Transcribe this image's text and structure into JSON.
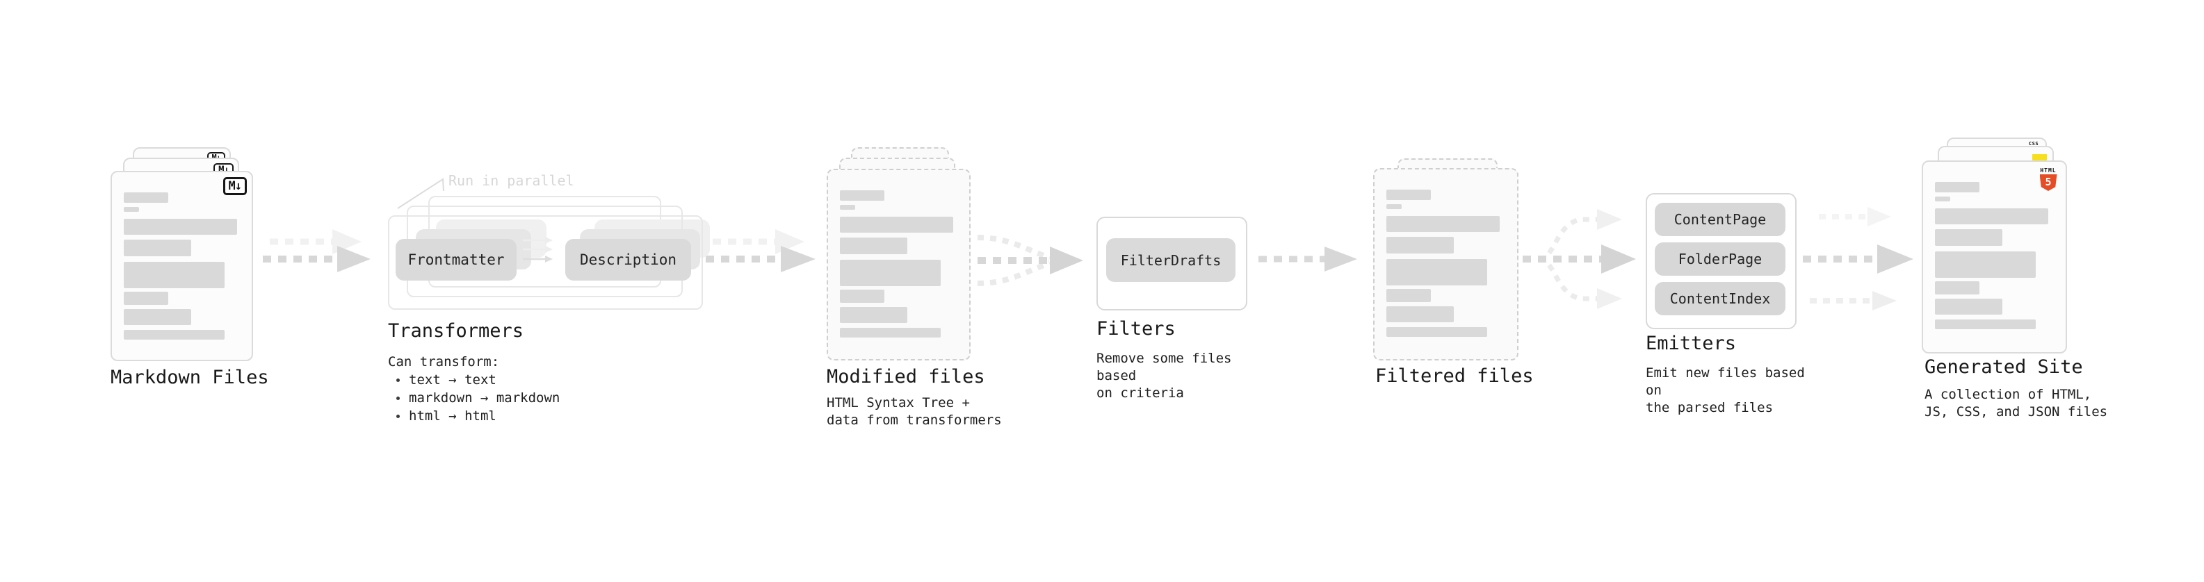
{
  "pipeline": {
    "markdown_files": {
      "title": "Markdown Files",
      "badge": "M↓"
    },
    "transformers": {
      "note": "Run in parallel",
      "boxes": [
        "Frontmatter",
        "Description"
      ],
      "title": "Transformers",
      "desc_heading": "Can transform:",
      "bullets": [
        "text → text",
        "markdown → markdown",
        "html → html"
      ]
    },
    "modified_files": {
      "title": "Modified files",
      "desc": "HTML Syntax Tree +\ndata from transformers"
    },
    "filters": {
      "box": "FilterDrafts",
      "title": "Filters",
      "desc": "Remove some files based\non criteria"
    },
    "filtered_files": {
      "title": "Filtered files"
    },
    "emitters": {
      "boxes": [
        "ContentPage",
        "FolderPage",
        "ContentIndex"
      ],
      "title": "Emitters",
      "desc": "Emit new files based on\nthe parsed files"
    },
    "generated_site": {
      "title": "Generated Site",
      "desc": "A collection of HTML,\nJS, CSS, and JSON files",
      "badges": {
        "html5": {
          "label": "HTML",
          "number": "5",
          "color": "#e44d26"
        },
        "js": {
          "label": "",
          "color": "#f7df1e"
        },
        "css": {
          "label": "CSS",
          "color": "#2b63e4"
        }
      }
    },
    "colors": {
      "arrow_dark": "#d7d7d7",
      "arrow_light": "#f1f1f1",
      "placeholder_bar": "#d9d9d9"
    }
  }
}
